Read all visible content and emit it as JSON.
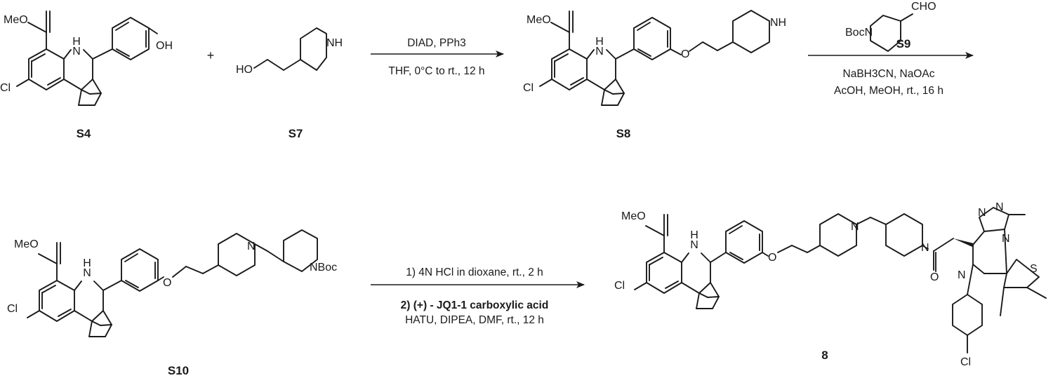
{
  "atoms": {
    "methyl_ester": "MeO",
    "amine_h": "H",
    "nitrogen": "N",
    "chloro": "Cl",
    "hydroxyl": "OH",
    "hydroxyl_left": "HO",
    "nh": "NH",
    "ether_o": "O",
    "aldehyde": "CHO",
    "boc_n": "BocN",
    "n_boc": "NBoc",
    "sulfur": "S",
    "plus": "+"
  },
  "compounds": {
    "s4": "S4",
    "s7": "S7",
    "s8": "S8",
    "s9": "S9",
    "s10": "S10",
    "c8": "8"
  },
  "conditions": {
    "step1_top": "DIAD, PPh3",
    "step1_bottom": "THF, 0°C to rt., 12 h",
    "step2_line1": "NaBH3CN, NaOAc",
    "step2_line2": "AcOH, MeOH, rt., 16 h",
    "step3_line1": "1) 4N HCl in dioxane, rt., 2 h",
    "step3_line2": "2) (+) - JQ1-1 carboxylic acid",
    "step3_line3": "HATU, DIPEA, DMF, rt., 12 h"
  }
}
